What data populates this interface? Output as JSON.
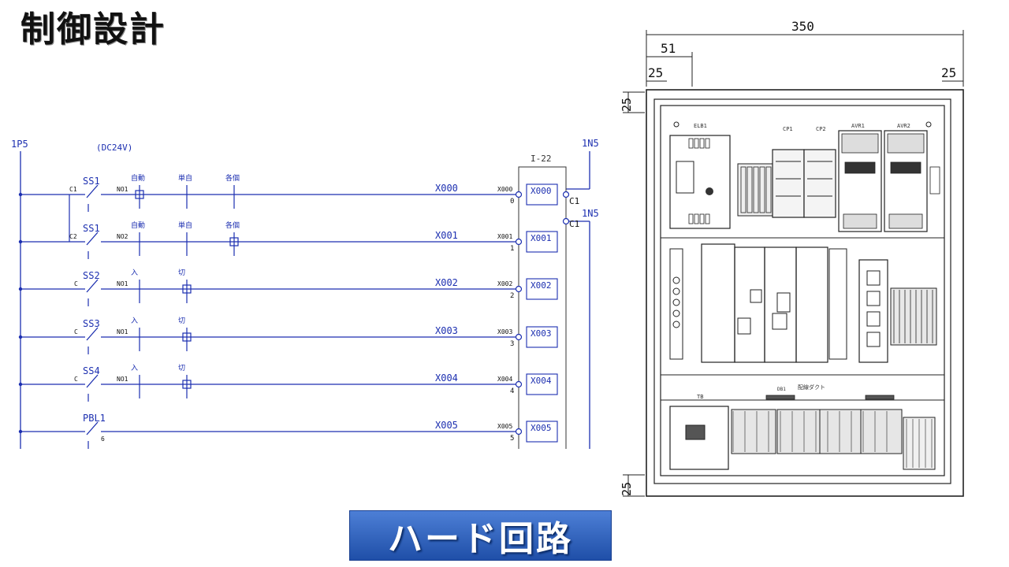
{
  "title": "制御設計",
  "banner": "ハード回路",
  "circuit": {
    "left_bus": "1P5",
    "supply": "(DC24V)",
    "right_bus_top": "1N5",
    "right_bus_second": "1N5",
    "plc_module": "I-22",
    "rows": [
      {
        "switch": "SS1",
        "com": "C1",
        "no": "NO1",
        "labels": [
          "自動",
          "単自",
          "各個"
        ],
        "addr": "X000",
        "common": "C1",
        "terminal": "0"
      },
      {
        "switch": "SS1",
        "com": "C2",
        "no": "NO2",
        "labels": [
          "自動",
          "単自",
          "各個"
        ],
        "addr": "X001",
        "common": "C1",
        "terminal": "1"
      },
      {
        "switch": "SS2",
        "com": "C",
        "no": "NO1",
        "labels": [
          "入",
          "切"
        ],
        "addr": "X002",
        "common": "",
        "terminal": "2"
      },
      {
        "switch": "SS3",
        "com": "C",
        "no": "NO1",
        "labels": [
          "入",
          "切"
        ],
        "addr": "X003",
        "common": "",
        "terminal": "3"
      },
      {
        "switch": "SS4",
        "com": "C",
        "no": "NO1",
        "labels": [
          "入",
          "切"
        ],
        "addr": "X004",
        "common": "",
        "terminal": "4"
      },
      {
        "switch": "PBL1",
        "com": "",
        "no": "6",
        "labels": [],
        "addr": "X005",
        "common": "",
        "terminal": "5"
      }
    ]
  },
  "panel": {
    "width_dim": "350",
    "offset_dim": "51",
    "left_margin_dim": "25",
    "right_margin_dim": "25",
    "top_margin_dim": "25",
    "bottom_margin_dim": "25",
    "component_labels": [
      "ELB1",
      "CP1",
      "CP2",
      "AVR1",
      "AVR2",
      "配線ダクト",
      "TB",
      "DB1"
    ]
  },
  "colors": {
    "wire": "#1c2fb0",
    "banner": "#2a5bbf"
  }
}
